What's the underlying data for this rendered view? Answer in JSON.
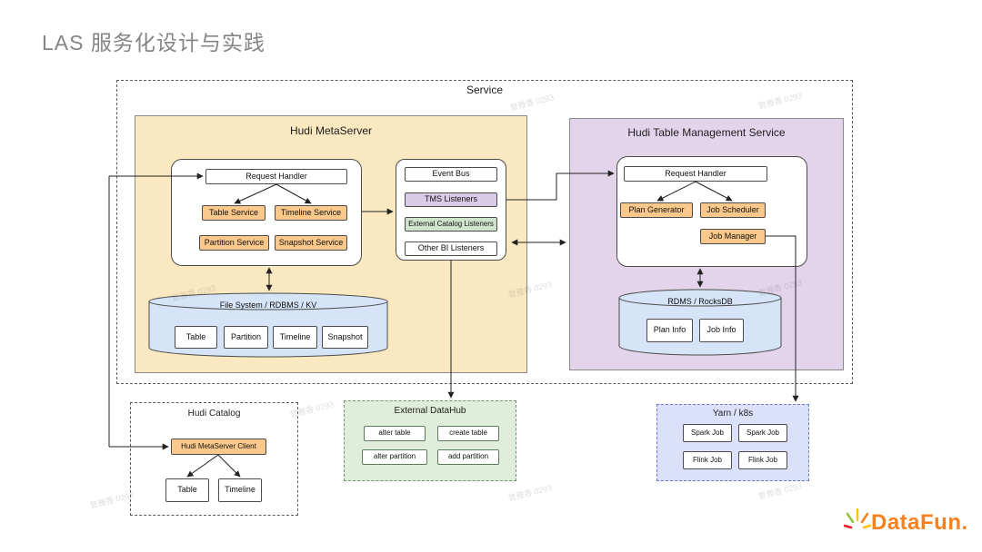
{
  "slide": {
    "title": "LAS 服务化设计与实践",
    "watermark": "曾雅香 0293"
  },
  "service": {
    "label": "Service",
    "metaserver": {
      "title": "Hudi MetaServer",
      "request_handler": "Request Handler",
      "services": [
        "Table Service",
        "Timeline Service",
        "Partition Service",
        "Snapshot Service"
      ],
      "storage": {
        "label": "File System / RDBMS / KV",
        "items": [
          "Table",
          "Partition",
          "Timeline",
          "Snapshot"
        ]
      }
    },
    "listeners": {
      "items": [
        "Event Bus",
        "TMS Listeners",
        "External Catalog Listeners",
        "Other BI Listeners"
      ]
    },
    "tms": {
      "title": "Hudi Table Management Service",
      "request_handler": "Request Handler",
      "plan_generator": "Plan Generator",
      "job_scheduler": "Job Scheduler",
      "job_manager": "Job Manager",
      "storage": {
        "label": "RDMS / RocksDB",
        "items": [
          "Plan Info",
          "Job Info"
        ]
      }
    }
  },
  "hudi_catalog": {
    "title": "Hudi Catalog",
    "client": "Hudi MetaServer Client",
    "items": [
      "Table",
      "Timeline"
    ]
  },
  "external_datahub": {
    "title": "External DataHub",
    "items": [
      "alter table",
      "create table",
      "alter partition",
      "add partition"
    ]
  },
  "yarn_k8s": {
    "title": "Yarn / k8s",
    "items": [
      "Spark Job",
      "Spark Job",
      "Flink Job",
      "Flink Job"
    ]
  },
  "logo": {
    "text": "DataFun."
  },
  "colors": {
    "metaserver_bg": "#FAE8C0",
    "tms_bg": "#E3D4EC",
    "datahub_bg": "#DFEDDA",
    "yarn_bg": "#DBE1FA",
    "orange_box": "#F9C88A",
    "purple_box": "#D9CCE8",
    "green_box": "#CFE5CB",
    "cylinder_fill": "#D5E4F6",
    "logo_orange": "#F5821F"
  }
}
